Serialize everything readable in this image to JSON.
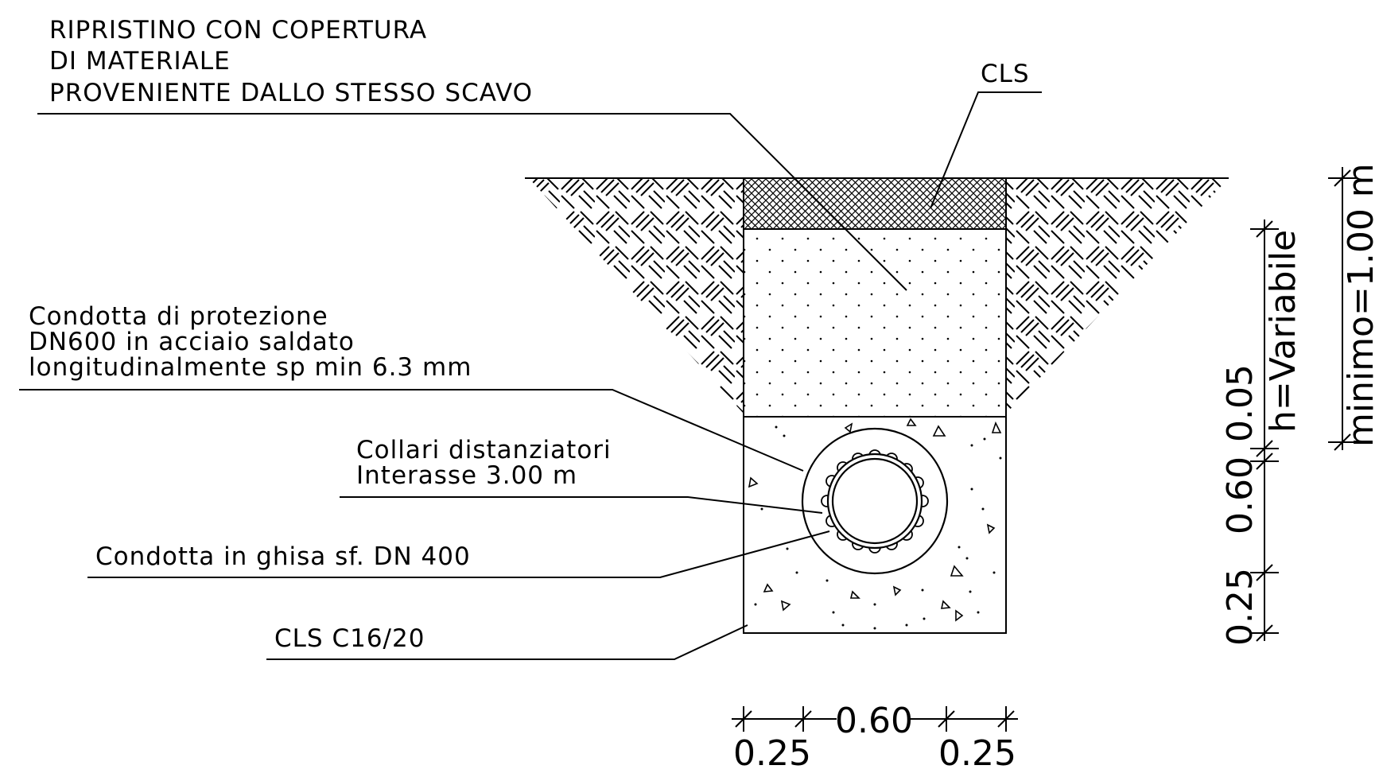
{
  "labels": {
    "fill_title_1": "RIPRISTINO CON COPERTURA",
    "fill_title_2": "DI MATERIALE",
    "fill_title_3": "PROVENIENTE DALLO STESSO SCAVO",
    "cls_top": "CLS",
    "protection_1": "Condotta di protezione",
    "protection_2": "DN600 in acciaio saldato",
    "protection_3": "longitudinalmente sp min 6.3 mm",
    "collars_1": "Collari distanziatori",
    "collars_2": "Interasse 3.00 m",
    "pipe": "Condotta in ghisa sf. DN 400",
    "cls_base": "CLS C16/20"
  },
  "dimensions": {
    "bottom_left": "0.25",
    "bottom_center": "0.60",
    "bottom_right": "0.25",
    "vertical_bottom": "0.25",
    "vertical_pipe": "0.60",
    "vertical_top": "0.05",
    "h_variable": "h=Variabile",
    "minimum_depth": "minimo=1.00 m"
  }
}
